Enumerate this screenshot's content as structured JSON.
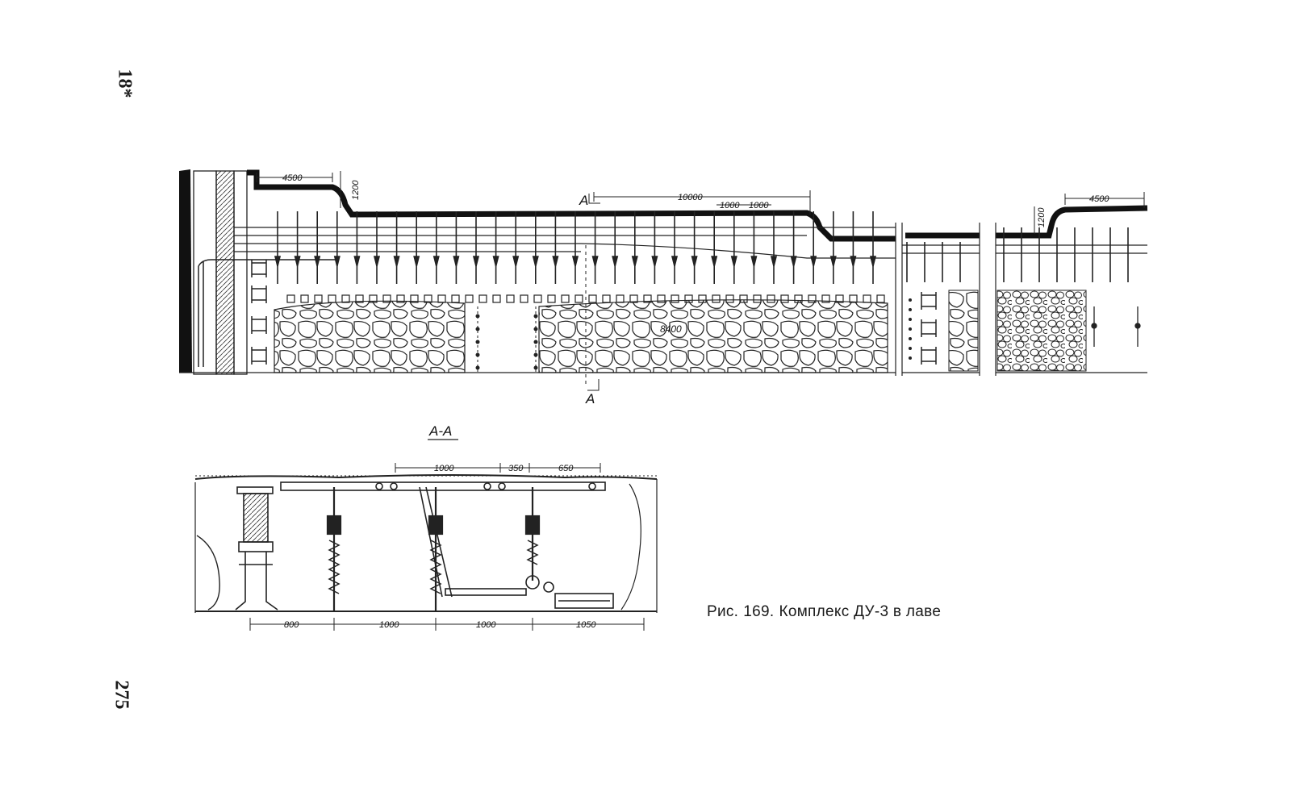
{
  "page": {
    "marker": "18*",
    "number": "275"
  },
  "figure": {
    "plan": {
      "section_mark_top": "А",
      "section_mark_bottom": "А",
      "dims": {
        "left_drift_width": "4500",
        "left_step": "1200",
        "span_total": "10000",
        "span_1": "1000",
        "span_2": "1000",
        "right_drift_width": "4500",
        "right_step": "1200",
        "face_length": "8400"
      }
    },
    "section": {
      "title": "А-А",
      "top_dims": [
        "1000",
        "350",
        "650"
      ],
      "bottom_dims": [
        "800",
        "1000",
        "1000",
        "1050"
      ]
    }
  },
  "caption": {
    "prefix": "Рис.",
    "number": "169.",
    "text": "Комплекс ДУ-3 в лаве"
  }
}
